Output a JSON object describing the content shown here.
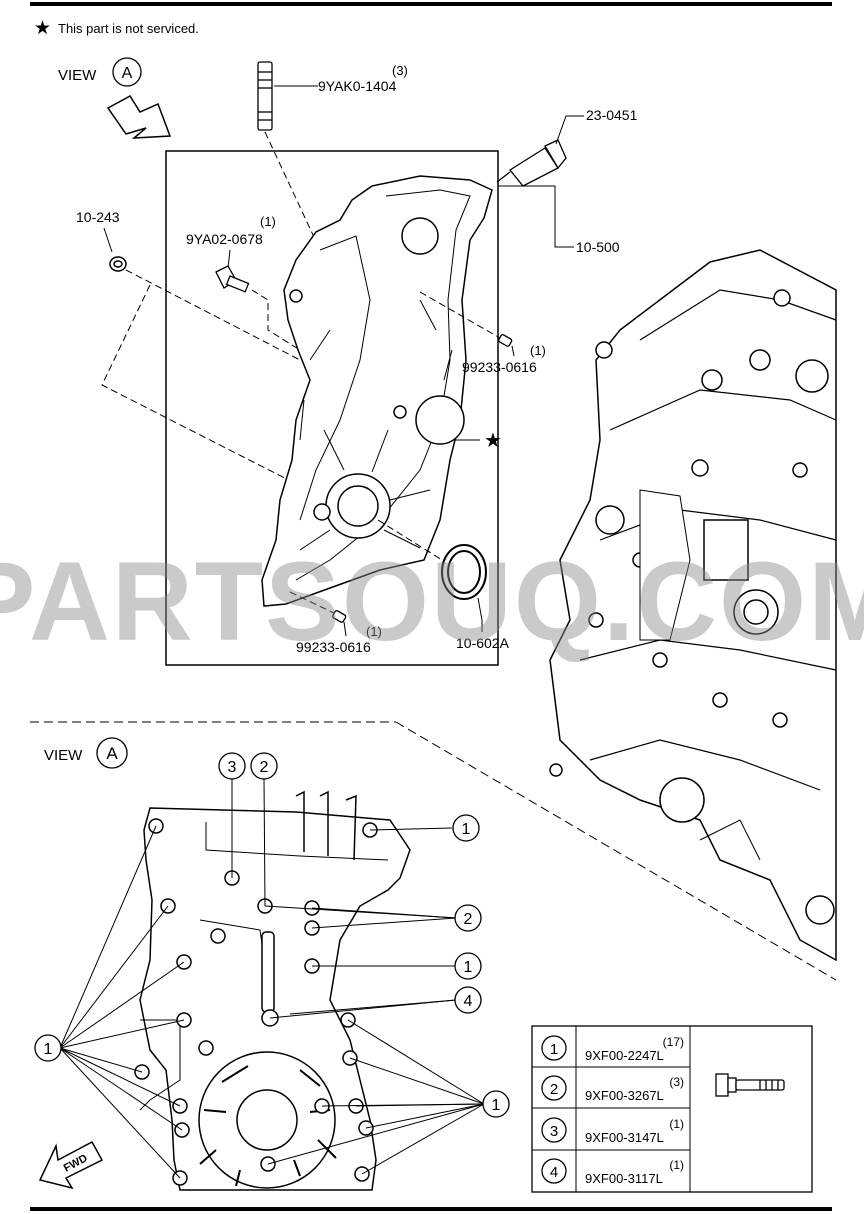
{
  "note": {
    "star": "★",
    "text": "This part is not serviced."
  },
  "view_label_top": {
    "word": "VIEW",
    "letter": "A"
  },
  "view_label_bottom": {
    "word": "VIEW",
    "letter": "A"
  },
  "watermark": "PARTSOUQ.COM",
  "fwd": "FWD",
  "parts": {
    "stud": {
      "qty": "(3)",
      "code": "9YAK0-1404"
    },
    "sealant": {
      "code": "23-0451"
    },
    "seal_ring": {
      "code": "10-243"
    },
    "bolt_top": {
      "qty": "(1)",
      "code": "9YA02-0678"
    },
    "cover": {
      "code": "10-500"
    },
    "pin_right": {
      "qty": "(1)",
      "code": "99233-0616"
    },
    "pin_bottom": {
      "qty": "(1)",
      "code": "99233-0616"
    },
    "oil_seal": {
      "code": "10-602A"
    }
  },
  "callouts": {
    "c1": "1",
    "c2": "2",
    "c3": "3",
    "c4": "4"
  },
  "table": [
    {
      "num": "1",
      "qty": "(17)",
      "code": "9XF00-2247L"
    },
    {
      "num": "2",
      "qty": "(3)",
      "code": "9XF00-3267L"
    },
    {
      "num": "3",
      "qty": "(1)",
      "code": "9XF00-3147L"
    },
    {
      "num": "4",
      "qty": "(1)",
      "code": "9XF00-3117L"
    }
  ]
}
